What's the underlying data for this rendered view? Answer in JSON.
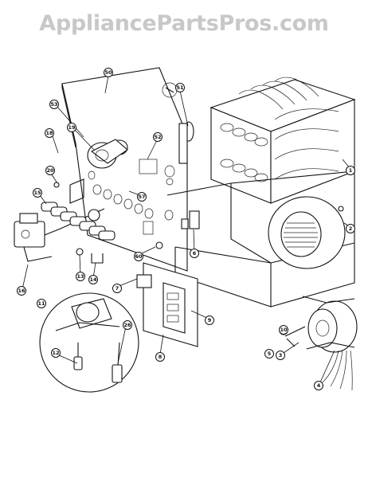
{
  "watermark": "AppliancePartsPros.com",
  "callouts": [
    {
      "id": "c50",
      "label": "50"
    },
    {
      "id": "c51",
      "label": "51"
    },
    {
      "id": "c53",
      "label": "53"
    },
    {
      "id": "c19",
      "label": "19"
    },
    {
      "id": "c18",
      "label": "18"
    },
    {
      "id": "c52",
      "label": "52"
    },
    {
      "id": "c20",
      "label": "20"
    },
    {
      "id": "c57",
      "label": "57"
    },
    {
      "id": "c15",
      "label": "15"
    },
    {
      "id": "c1",
      "label": "1"
    },
    {
      "id": "c2",
      "label": "2"
    },
    {
      "id": "c13",
      "label": "13"
    },
    {
      "id": "c14",
      "label": "14"
    },
    {
      "id": "c16",
      "label": "16"
    },
    {
      "id": "c6",
      "label": "6"
    },
    {
      "id": "c60",
      "label": "60"
    },
    {
      "id": "c7",
      "label": "7"
    },
    {
      "id": "c9",
      "label": "9"
    },
    {
      "id": "c8",
      "label": "8"
    },
    {
      "id": "c11",
      "label": "11"
    },
    {
      "id": "c12",
      "label": "12"
    },
    {
      "id": "c26",
      "label": "26"
    },
    {
      "id": "c10",
      "label": "10"
    },
    {
      "id": "c3",
      "label": "3"
    },
    {
      "id": "c5",
      "label": "5"
    },
    {
      "id": "c4",
      "label": "4"
    }
  ]
}
